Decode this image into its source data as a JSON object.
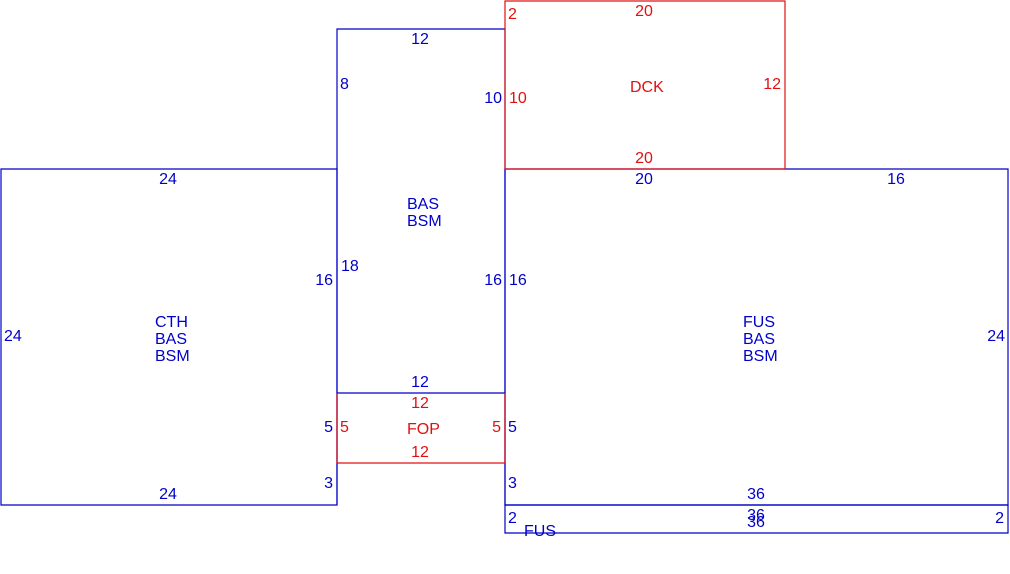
{
  "colors": {
    "blue": "#0000c8",
    "red": "#e01010"
  },
  "areas": {
    "cth": {
      "line1": "CTH",
      "line2": "BAS",
      "line3": "BSM"
    },
    "bas": {
      "line1": "BAS",
      "line2": "BSM"
    },
    "dck": {
      "label": "DCK"
    },
    "fop": {
      "label": "FOP"
    },
    "fus": {
      "line1": "FUS",
      "line2": "BAS",
      "line3": "BSM"
    },
    "fus_strip": {
      "label": "FUS"
    }
  },
  "dims": {
    "dck_top": "20",
    "dck_left_top": "2",
    "dck_right": "12",
    "dck_left": "10",
    "dck_bottom": "20",
    "bas_top": "12",
    "bas_left_upper": "8",
    "bas_right_upper": "10",
    "bas_left_lower": "18",
    "bas_right_lower": "16",
    "bas_bottom": "12",
    "cth_top": "24",
    "cth_left": "24",
    "cth_right": "16",
    "cth_right_lower": "3",
    "cth_bottom": "24",
    "fop_top": "12",
    "fop_left": "5",
    "fop_right": "5",
    "fop_bottom": "12",
    "bas_side_left": "5",
    "fus_side_left": "5",
    "fus_top_left": "20",
    "fus_top_right": "16",
    "fus_left": "16",
    "fus_right": "24",
    "fus_left_lower": "3",
    "fus_bottom": "36",
    "strip_top": "36",
    "strip_bottom": "36",
    "strip_left": "2",
    "strip_right": "2"
  }
}
